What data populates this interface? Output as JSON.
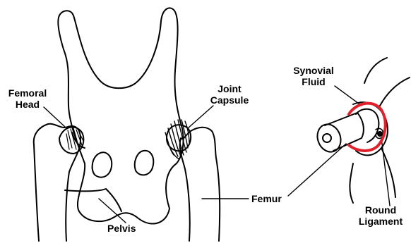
{
  "labels": {
    "femoral_head": [
      "Femoral",
      "Head"
    ],
    "joint_capsule": [
      "Joint",
      "Capsule"
    ],
    "synovial_fluid": [
      "Synovial",
      "Fluid"
    ],
    "femur": "Femur",
    "pelvis": "Pelvis",
    "round_ligament": [
      "Round",
      "Ligament"
    ]
  },
  "colors": {
    "outline": "#000000",
    "synovial_fluid": "#e0202a",
    "background": "#ffffff"
  }
}
